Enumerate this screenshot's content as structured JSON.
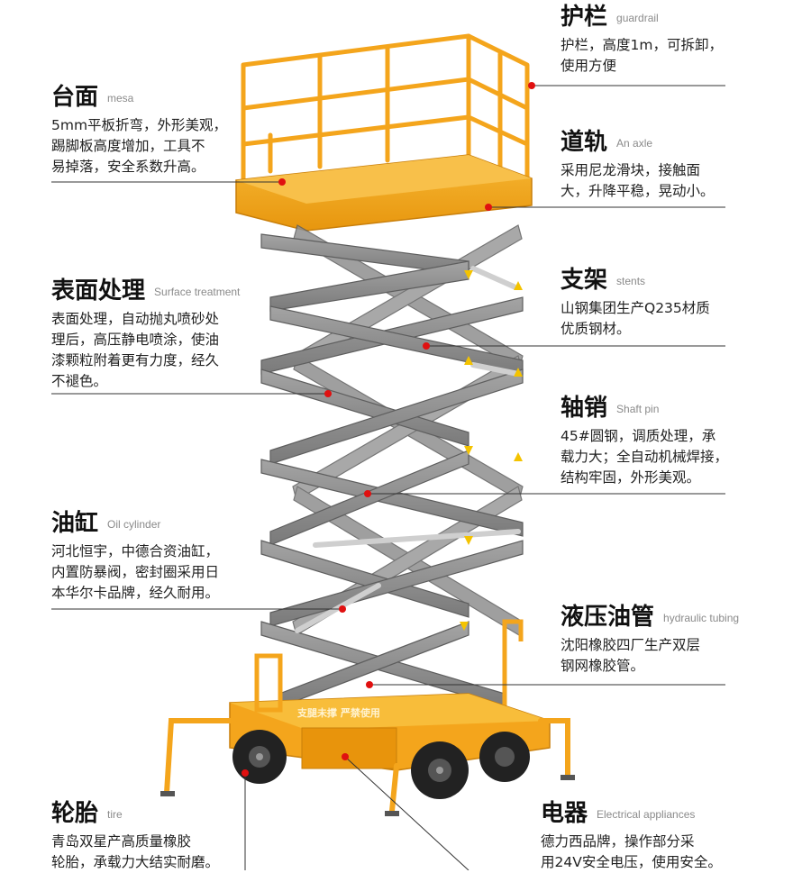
{
  "sections": {
    "guardrail": {
      "title": "护栏",
      "en": "guardrail",
      "lines": [
        "护栏，高度1m，可拆卸，",
        "使用方便"
      ]
    },
    "mesa": {
      "title": "台面",
      "en": "mesa",
      "lines": [
        "5mm平板折弯，外形美观，",
        "踢脚板高度增加，工具不",
        "易掉落，安全系数升高。"
      ]
    },
    "axle": {
      "title": "道轨",
      "en": "An axle",
      "lines": [
        "采用尼龙滑块，接触面",
        "大，升降平稳，晃动小。"
      ]
    },
    "surface": {
      "title": "表面处理",
      "en": "Surface treatment",
      "lines": [
        "表面处理，自动抛丸喷砂处",
        "理后，高压静电喷涂，使油",
        "漆颗粒附着更有力度，经久",
        "不褪色。"
      ]
    },
    "stents": {
      "title": "支架",
      "en": "stents",
      "lines": [
        "山钢集团生产Q235材质",
        "优质钢材。"
      ]
    },
    "shaft": {
      "title": "轴销",
      "en": "Shaft pin",
      "lines": [
        "45#圆钢，调质处理，承",
        "载力大；全自动机械焊接，",
        "结构牢固，外形美观。"
      ]
    },
    "cylinder": {
      "title": "油缸",
      "en": "Oil cylinder",
      "lines": [
        "河北恒宇，中德合资油缸，",
        "内置防暴阀，密封圈采用日",
        "本华尔卡品牌，经久耐用。"
      ]
    },
    "tubing": {
      "title": "液压油管",
      "en": "hydraulic tubing",
      "lines": [
        "沈阳橡胶四厂生产双层",
        "钢网橡胶管。"
      ]
    },
    "tire": {
      "title": "轮胎",
      "en": "tire",
      "lines": [
        "青岛双星产高质量橡胶",
        "轮胎，承载力大结实耐磨。"
      ]
    },
    "electrical": {
      "title": "电器",
      "en": "Electrical appliances",
      "lines": [
        "德力西品牌，操作部分采",
        "用24V安全电压，使用安全。"
      ]
    }
  },
  "machine": {
    "base_text": "支腿未撑  严禁使用"
  },
  "colors": {
    "frame": "#f4a51c",
    "frame_dark": "#c97f0a",
    "scissor": "#8c8c8c",
    "scissor_dark": "#5e5e5e",
    "dot": "#e01010",
    "tire": "#222222"
  }
}
